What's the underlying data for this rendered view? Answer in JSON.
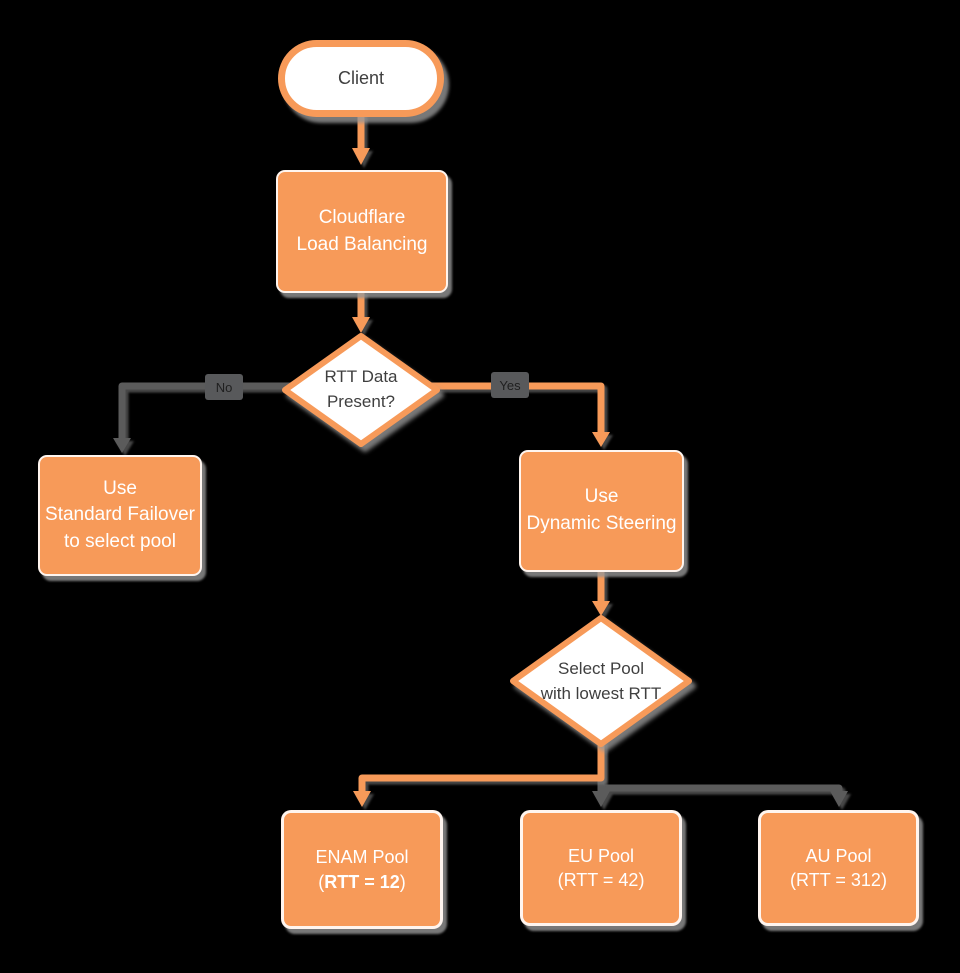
{
  "title": "Cloudflare Load Balancing RTT steering flowchart",
  "colors": {
    "orange": "#F79A59",
    "gray": "#5B5B5B",
    "node_white": "#FFFFFF",
    "text_dark": "#3F3F3F",
    "text_light": "#FFFFFF",
    "label_bg": "#58595B",
    "label_text": "#1F1F1F",
    "background": "#000000"
  },
  "nodes": {
    "client": {
      "label": "Client"
    },
    "load_balancer": {
      "line1": "Cloudflare",
      "line2": "Load Balancing"
    },
    "rtt_decision": {
      "line1": "RTT Data",
      "line2": "Present?"
    },
    "standard_failover": {
      "line1": "Use",
      "line2": "Standard Failover",
      "line3": "to select pool"
    },
    "dynamic_steering": {
      "line1": "Use",
      "line2": "Dynamic Steering"
    },
    "pool_decision": {
      "line1": "Select Pool",
      "line2": "with lowest RTT"
    },
    "pools": [
      {
        "name": "ENAM Pool",
        "rtt_open": "(",
        "rtt": "RTT = 12",
        "rtt_close": ")"
      },
      {
        "name": "EU Pool",
        "rtt_open": "(",
        "rtt": "RTT = 42",
        "rtt_close": ")"
      },
      {
        "name": "AU Pool",
        "rtt_open": "(",
        "rtt": "RTT = 312",
        "rtt_close": ")"
      }
    ]
  },
  "edges": {
    "no_label": "No",
    "yes_label": "Yes"
  }
}
